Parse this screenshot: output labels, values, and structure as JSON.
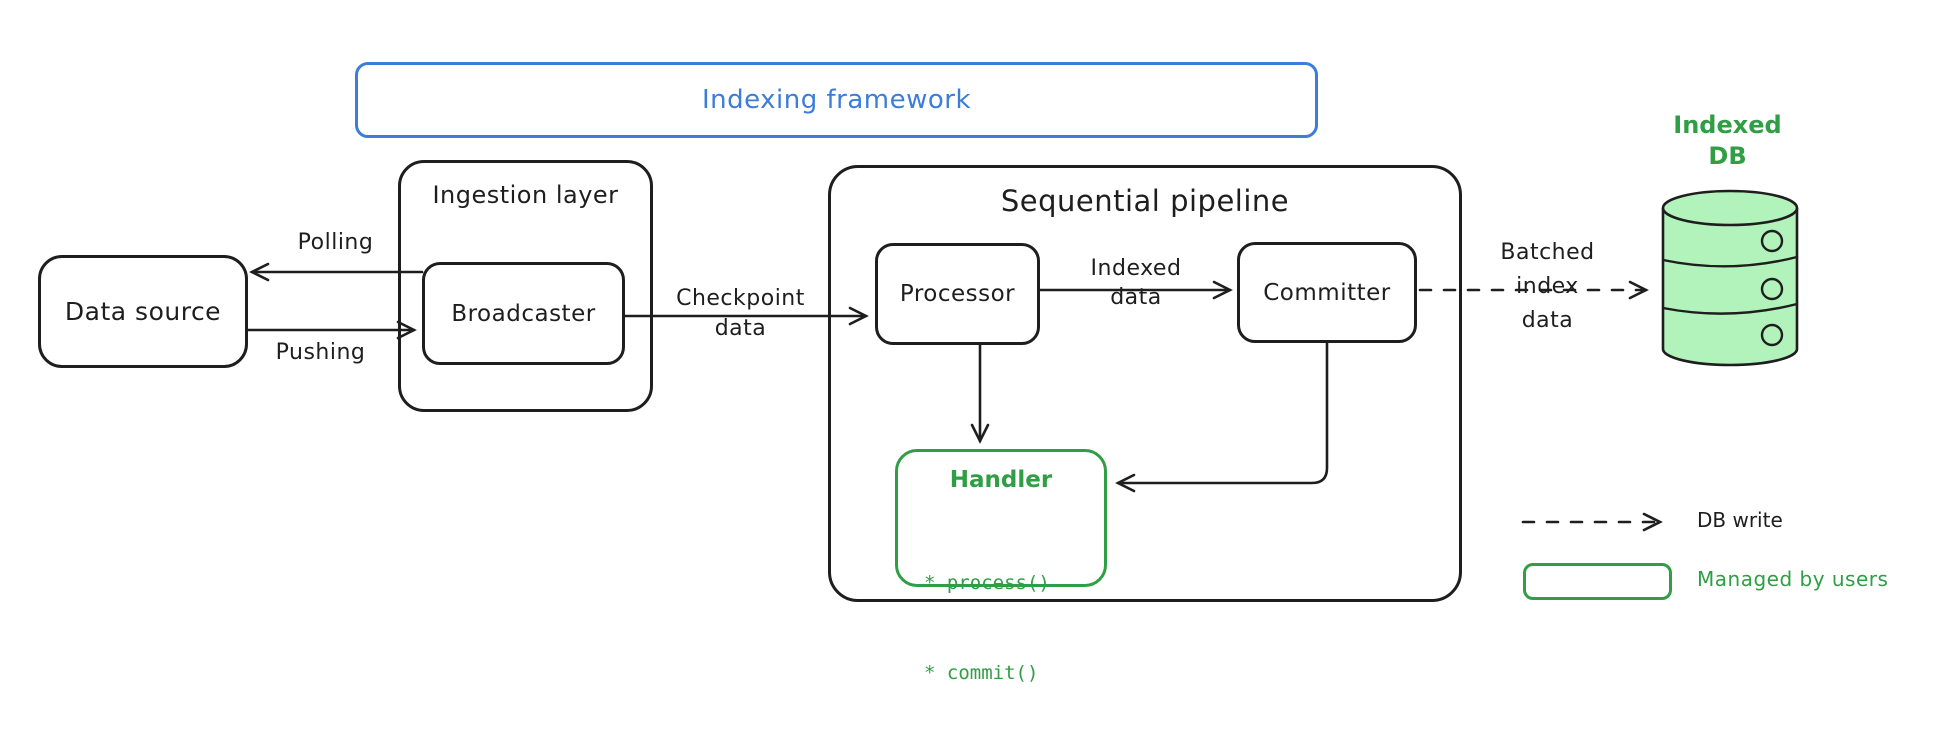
{
  "framework": {
    "label": "Indexing framework"
  },
  "nodes": {
    "data_source": {
      "label": "Data source"
    },
    "ingestion": {
      "label": "Ingestion layer"
    },
    "broadcaster": {
      "label": "Broadcaster"
    },
    "pipeline": {
      "label": "Sequential pipeline"
    },
    "processor": {
      "label": "Processor"
    },
    "committer": {
      "label": "Committer"
    },
    "handler": {
      "label": "Handler",
      "methods": [
        "* process()",
        "* commit()"
      ]
    },
    "indexed_db": {
      "line1": "Indexed",
      "line2": "DB"
    }
  },
  "edges": {
    "polling": {
      "label": "Polling"
    },
    "pushing": {
      "label": "Pushing"
    },
    "checkpoint": {
      "line1": "Checkpoint",
      "line2": "data"
    },
    "indexed": {
      "line1": "Indexed",
      "line2": "data"
    },
    "batched": {
      "line1": "Batched",
      "line2": "index",
      "line3": "data"
    }
  },
  "legend": {
    "db_write": "DB write",
    "managed_by_users": "Managed by users"
  },
  "colors": {
    "stroke": "#1e1e1e",
    "blue": "#3b7dd8",
    "green": "#2f9e44",
    "green_fill": "#b2f2bb",
    "bg": "#ffffff"
  }
}
